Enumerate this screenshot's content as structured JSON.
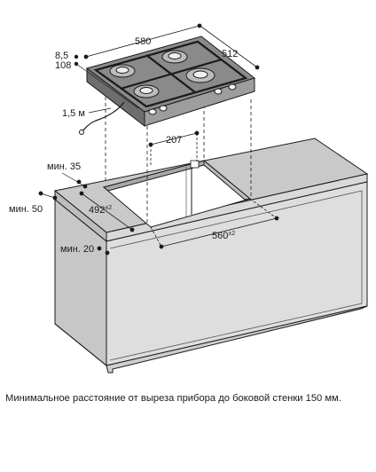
{
  "labels": {
    "dim_580": "580",
    "dim_512": "512",
    "dim_8_5": "8,5",
    "dim_108": "108",
    "dim_1_5m": "1,5 м",
    "dim_207": "207",
    "min_35": "мин. 35",
    "dim_492": "492",
    "dim_492_tol": "±2",
    "min_50": "мин. 50",
    "dim_560": "560",
    "dim_560_tol": "±2",
    "min_20": "мин. 20"
  },
  "caption": "Минимальное расстояние от выреза прибора до боковой стенки 150 мм."
}
